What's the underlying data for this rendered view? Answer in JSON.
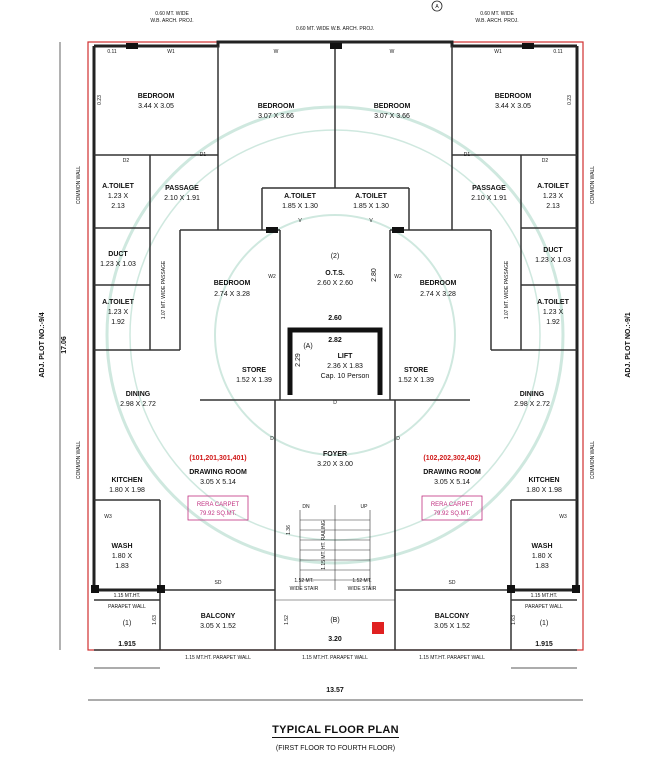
{
  "title": "TYPICAL FLOOR PLAN",
  "subtitle": "(FIRST FLOOR TO FOURTH FLOOR)",
  "section_marker": "A",
  "dims": {
    "total_width": "13.57",
    "total_height": "17.06",
    "left_bottom": "1.915",
    "right_bottom": "1.915",
    "lift_core_w": "2.60",
    "lift_core_top": "2.82",
    "lift_core_h1": "2.29",
    "ots_h": "2.80",
    "stair_w": "3.20"
  },
  "side_labels": {
    "left_plot": "ADJ. PLOT NO.:-9/4",
    "right_plot": "ADJ. PLOT NO.:-9/1",
    "common_wall": "COMMON WALL",
    "passage": "1.07 MT. WIDE PASSAGE"
  },
  "top": {
    "arch_proj_center": "0.60 MT. WIDE W.B. ARCH. PROJ.",
    "arch_proj_l1": "0.60 MT. WIDE",
    "arch_proj_l2": "W.B. ARCH. PROJ."
  },
  "rooms": {
    "bedroom": "BEDROOM",
    "dim_344": "3.44 X 3.05",
    "dim_307": "3.07 X 3.66",
    "dim_274": "2.74 X 3.28",
    "toilet": "A.TOILET",
    "toilet_dim_a": "1.23 X",
    "toilet_dim_b": "2.13",
    "toilet_dim_c": "1.92",
    "toilet_c": "A.TOILET",
    "toilet_c_dim": "1.85 X 1.30",
    "passage": "PASSAGE",
    "passage_dim": "2.10 X 1.91",
    "duct": "DUCT",
    "duct_dim": "1.23 X 1.03",
    "ots": "O.T.S.",
    "ots_no": "(2)",
    "ots_dim": "2.60 X 2.60",
    "lift": "LIFT",
    "lift_no": "(A)",
    "lift_dim": "2.36 X 1.83",
    "lift_cap": "Cap. 10 Person",
    "store": "STORE",
    "store_dim": "1.52 X 1.39",
    "dining": "DINING",
    "dining_dim": "2.98 X 2.72",
    "kitchen": "KITCHEN",
    "kitchen_dim": "1.80 X 1.98",
    "drawing": "DRAWING ROOM",
    "drawing_dim": "3.05 X 5.14",
    "foyer": "FOYER",
    "foyer_dim": "3.20 X 3.00",
    "wash": "WASH",
    "wash_dim_a": "1.80 X",
    "wash_dim_b": "1.83",
    "balcony": "BALCONY",
    "balcony_dim": "3.05 X 1.52",
    "units_left": "(101,201,301,401)",
    "units_right": "(102,202,302,402)",
    "rera_l1": "RERA CARPET",
    "rera_l2": "79.92 SQ.MT.",
    "stair_down": "DN",
    "stair_up": "UP",
    "stair_b": "(B)",
    "wide_stair_l1": "1.52 MT.",
    "wide_stair_l2": "WIDE STAIR",
    "parapet": "1.15 MT.HT. PARAPET WALL",
    "parapet_l1": "1.15 MT.HT.",
    "parapet_l2": "PARAPET WALL",
    "railing": "1.15 MT. HT. RAILING",
    "sd": "SD",
    "one": "(1)"
  },
  "openings": {
    "w1": "W1",
    "w": "W",
    "w2": "W2",
    "w3": "W3",
    "d": "D",
    "d1": "D1",
    "d2": "D2",
    "v": "V",
    "t011": "0.11",
    "t023": "0.23",
    "t152": "1.52",
    "t136": "1.36",
    "t163": "1.63"
  }
}
